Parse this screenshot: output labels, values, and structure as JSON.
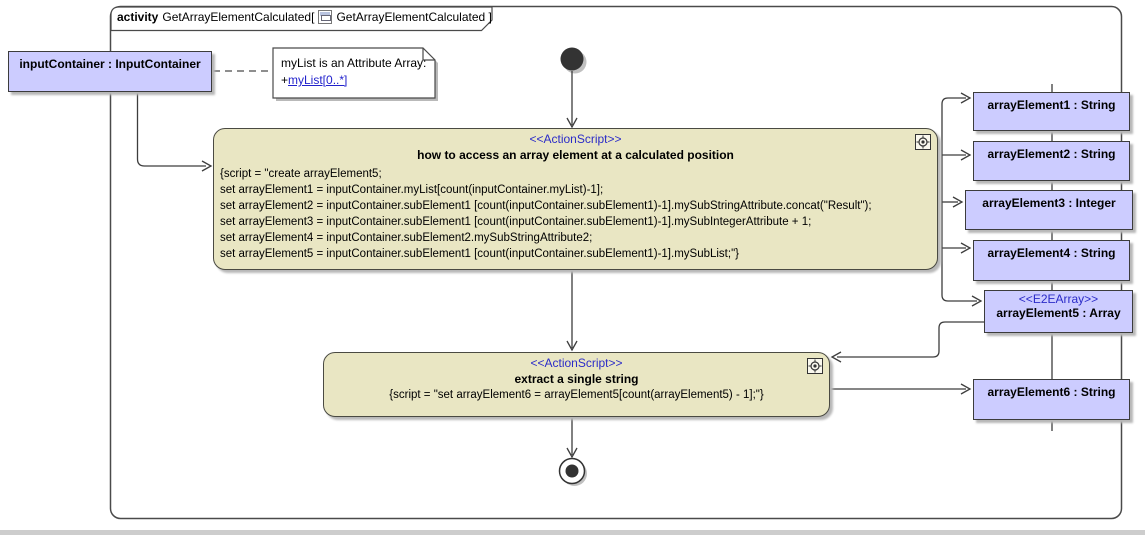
{
  "frame": {
    "keyword": "activity",
    "title_before_icon": "GetArrayElementCalculated[",
    "title_after_icon": "GetArrayElementCalculated ]",
    "icon": "activity-diagram-icon"
  },
  "input_object": {
    "label": "inputContainer : InputContainer"
  },
  "note": {
    "line1": "myList is an Attribute Array:",
    "link_prefix": "+",
    "link_text": "myList[0..*]"
  },
  "action1": {
    "stereotype": "<<ActionScript>>",
    "title": "how to access an array element at a calculated position",
    "icon": "action-rake-icon",
    "script_lines": [
      "{script = \"create arrayElement5;",
      "set arrayElement1 = inputContainer.myList[count(inputContainer.myList)-1];",
      "set arrayElement2 = inputContainer.subElement1 [count(inputContainer.subElement1)-1].mySubStringAttribute.concat(\"Result\");",
      "set arrayElement3 = inputContainer.subElement1 [count(inputContainer.subElement1)-1].mySubIntegerAttribute + 1;",
      "set arrayElement4 = inputContainer.subElement2.mySubStringAttribute2;",
      "set arrayElement5 = inputContainer.subElement1 [count(inputContainer.subElement1)-1].mySubList;\"}"
    ]
  },
  "action2": {
    "stereotype": "<<ActionScript>>",
    "title": "extract a single string",
    "icon": "action-rake-icon",
    "script": "{script = \"set arrayElement6 = arrayElement5[count(arrayElement5) - 1];\"}"
  },
  "objects": [
    {
      "label": "arrayElement1 : String"
    },
    {
      "label": "arrayElement2 : String"
    },
    {
      "label": "arrayElement3 : Integer"
    },
    {
      "label": "arrayElement4 : String"
    },
    {
      "stereotype": "<<E2EArray>>",
      "label": "arrayElement5 : Array"
    },
    {
      "label": "arrayElement6 : String"
    }
  ],
  "colors": {
    "object_fill": "#ccccff",
    "action_fill": "#e9e6c3",
    "stereotype_blue": "#2b2bc8",
    "link_blue": "#2222cc",
    "border_color": "#3c3c3c",
    "shadow_color": "#b8b8b8",
    "line_color": "#3d3d3d"
  }
}
